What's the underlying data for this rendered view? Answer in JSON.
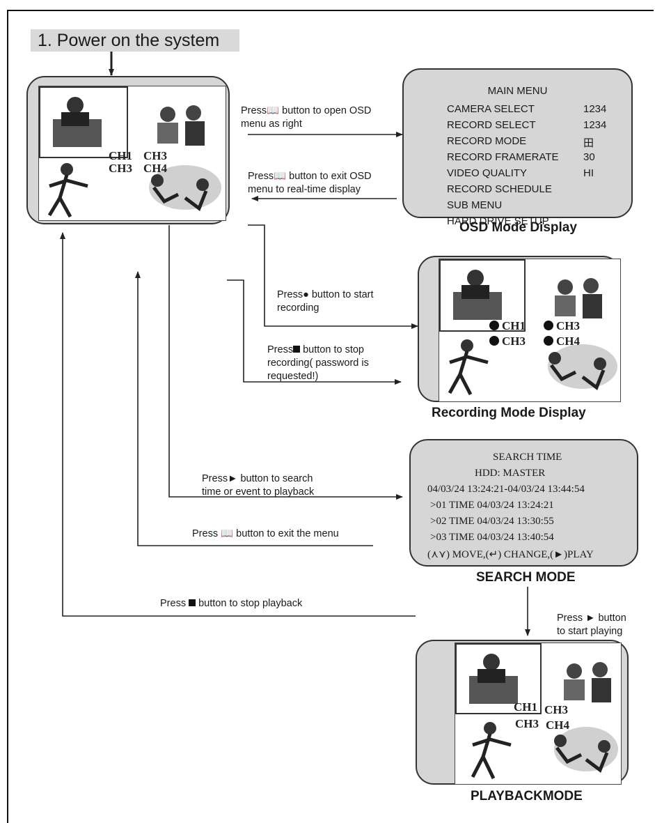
{
  "step_title": "1. Power on the system",
  "channels": {
    "ch1": "CH1",
    "ch3": "CH3",
    "ch4": "CH4"
  },
  "osd_menu": {
    "title": "MAIN MENU",
    "items": [
      {
        "label": "CAMERA SELECT",
        "value": "1234"
      },
      {
        "label": "RECORD SELECT",
        "value": "1234"
      },
      {
        "label": "RECORD MODE",
        "value": "田"
      },
      {
        "label": "RECORD FRAMERATE",
        "value": "30"
      },
      {
        "label": "VIDEO QUALITY",
        "value": "HI"
      },
      {
        "label": "RECORD SCHEDULE",
        "value": ""
      },
      {
        "label": "SUB MENU",
        "value": ""
      },
      {
        "label": "HARD DRIVE SETUP",
        "value": ""
      }
    ],
    "caption": "OSD Mode Display"
  },
  "recording": {
    "caption": "Recording Mode Display"
  },
  "search_menu": {
    "title": "SEARCH TIME",
    "hdd": "HDD: MASTER",
    "range": "04/03/24 13:24:21-04/03/24 13:44:54",
    "entries": [
      ">01 TIME 04/03/24 13:24:21",
      ">02 TIME 04/03/24 13:30:55",
      ">03 TIME 04/03/24 13:40:54"
    ],
    "help": "(⋏⋎) MOVE,(↵) CHANGE,(►)PLAY",
    "caption": "SEARCH MODE"
  },
  "playback": {
    "caption": "PLAYBACKMODE"
  },
  "instructions": {
    "open_osd_a": "Press",
    "open_osd_b": " button to open OSD",
    "open_osd_c": "menu as right",
    "exit_osd_a": "Press",
    "exit_osd_b": " button to exit OSD",
    "exit_osd_c": "menu to real-time display",
    "start_rec_a": "Press",
    "start_rec_b": "  button to start",
    "start_rec_c": "recording",
    "stop_rec_a": "Press",
    "stop_rec_b": " button to stop",
    "stop_rec_c": "recording( password is",
    "stop_rec_d": "requested!)",
    "search_a": "Press",
    "search_b": "  button to  search",
    "search_c": "time or event to playback",
    "exit_menu_a": "Press ",
    "exit_menu_b": " button to  exit the menu",
    "start_play_a": "Press ► button",
    "start_play_b": "to  start playing",
    "stop_play_a": "Press ",
    "stop_play_b": " button to  stop playback"
  },
  "icons": {
    "menu": "menu-book-icon",
    "record": "record-dot-icon",
    "stop": "stop-square-icon",
    "play": "play-triangle-icon"
  }
}
